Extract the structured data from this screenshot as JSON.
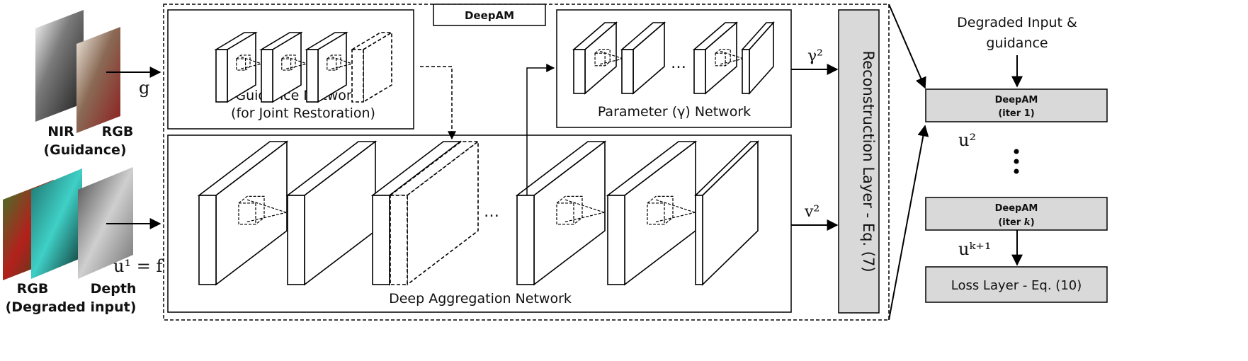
{
  "inputs": {
    "nir": "NIR",
    "rgb_guidance": "RGB",
    "guidance_caption": "(Guidance)",
    "rgb_degraded": "RGB",
    "depth": "Depth",
    "degraded_caption": "(Degraded input)"
  },
  "symbols": {
    "g": "g",
    "u1_f": "u¹ = f",
    "gamma2": "γ²",
    "v2": "v²",
    "u2": "u²",
    "uk1": "uᵏ⁺¹",
    "ellipsis": "…",
    "vdots": "⋮"
  },
  "deepam": {
    "title": "DeepAM"
  },
  "guidance_net": {
    "line1": "Guidance Network",
    "line2": "(for Joint Restoration)"
  },
  "param_net": {
    "label": "Parameter (γ) Network"
  },
  "agg_net": {
    "label": "Deep Aggregation Network"
  },
  "recon": {
    "label": "Reconstruction Layer - Eq. (7)"
  },
  "pipeline": {
    "header_line1": "Degraded Input &",
    "header_line2": "guidance",
    "iter1_title": "DeepAM",
    "iter1_sub": "(iter 1)",
    "iterk_title": "DeepAM",
    "iterk_sub_prefix": "(iter ",
    "iterk_sub_var": "k",
    "iterk_sub_suffix": ")",
    "loss": "Loss Layer - Eq. (10)"
  },
  "colors": {
    "box_fill": "#d9d9d9",
    "stroke": "#000000"
  }
}
